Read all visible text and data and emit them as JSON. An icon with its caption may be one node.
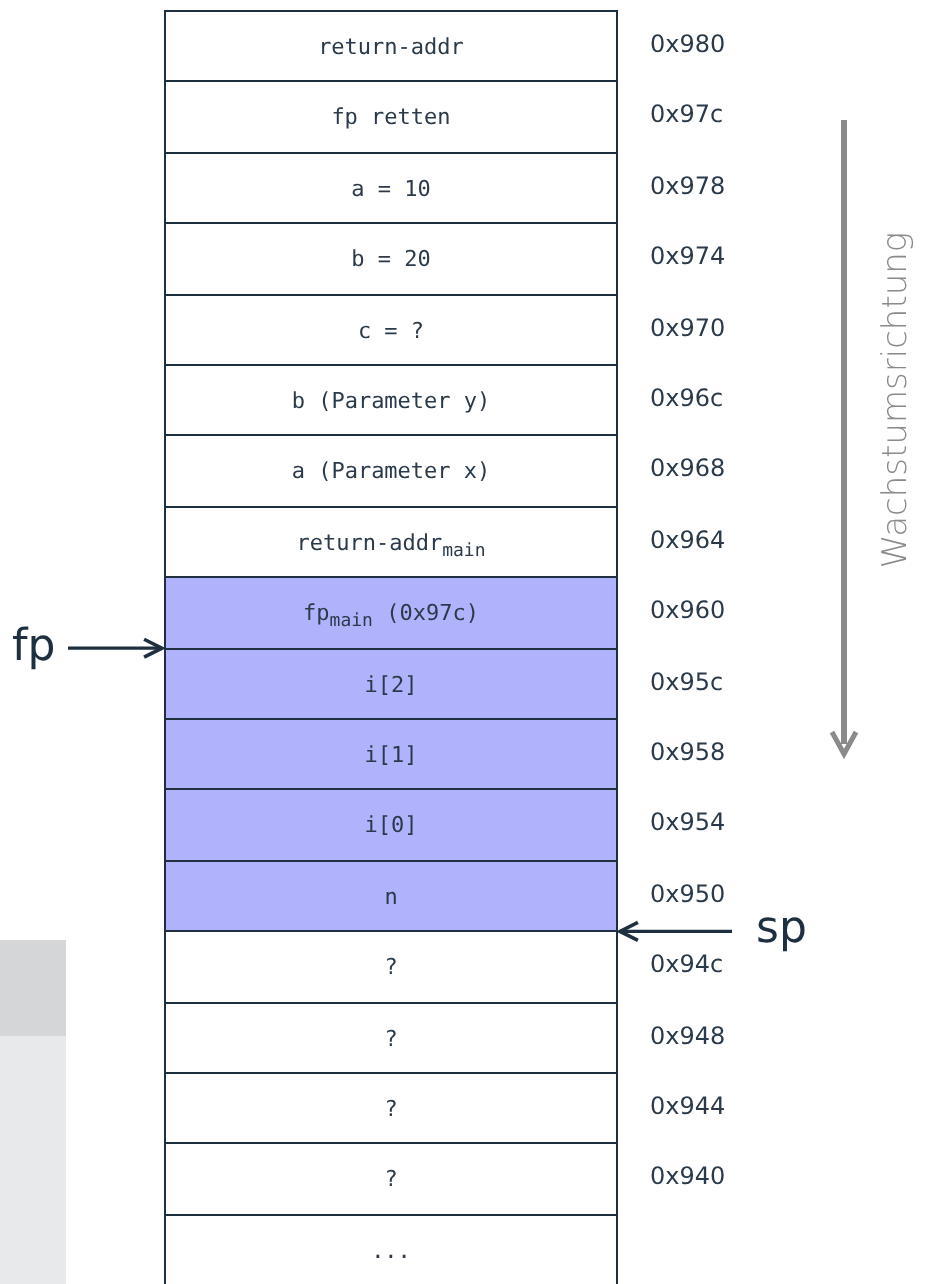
{
  "diagram": {
    "nodes": [
      {
        "text": [
          "return-addr"
        ],
        "beside": [
          "0x980"
        ]
      },
      {
        "text": [
          "fp retten"
        ],
        "beside": [
          "0x97c"
        ]
      },
      {
        "text": [
          "a = 10"
        ],
        "beside": [
          "0x978"
        ]
      },
      {
        "text": [
          "b = 20"
        ],
        "beside": [
          "0x974"
        ]
      },
      {
        "text": [
          "c = ?"
        ],
        "beside": [
          "0x970"
        ]
      },
      {
        "text": [
          "b (Parameter y)"
        ],
        "beside": [
          "0x96c"
        ]
      },
      {
        "text": [
          "a (Parameter x)"
        ],
        "beside": [
          "0x968"
        ]
      },
      {
        "text": [
          "return-addr$_{main}$"
        ],
        "beside": [
          "0x964"
        ]
      },
      {
        "text": [
          "fp$_{main}$ (0x97c)"
        ],
        "beside": [
          "0x960"
        ]
      },
      {
        "text": [
          "i[2]"
        ],
        "beside": [
          "0x95c"
        ]
      },
      {
        "text": [
          "i[1]"
        ],
        "beside": [
          "0x958"
        ]
      },
      {
        "text": [
          "i[0]"
        ],
        "beside": [
          "0x954"
        ]
      },
      {
        "text": [
          "n"
        ],
        "beside": [
          "0x950"
        ]
      },
      {
        "text": [
          "?"
        ],
        "beside": [
          "0x94c"
        ]
      },
      {
        "text": [
          "?"
        ],
        "beside": [
          "0x948"
        ]
      },
      {
        "text": [
          "?"
        ],
        "beside": [
          "0x944"
        ]
      },
      {
        "text": [
          "?"
        ],
        "beside": [
          "0x940"
        ]
      },
      {
        "text": [
          "..."
        ]
      },
      {
        "text": [
          "fp"
        ]
      },
      {
        "text": [
          "sp"
        ]
      }
    ],
    "edges": [
      {
        "from": 18,
        "to": 8,
        "arrow": "to"
      },
      {
        "from": 19,
        "to": 12,
        "arrow": "to"
      }
    ],
    "labels": [
      "Wachstumsrichtung"
    ]
  }
}
